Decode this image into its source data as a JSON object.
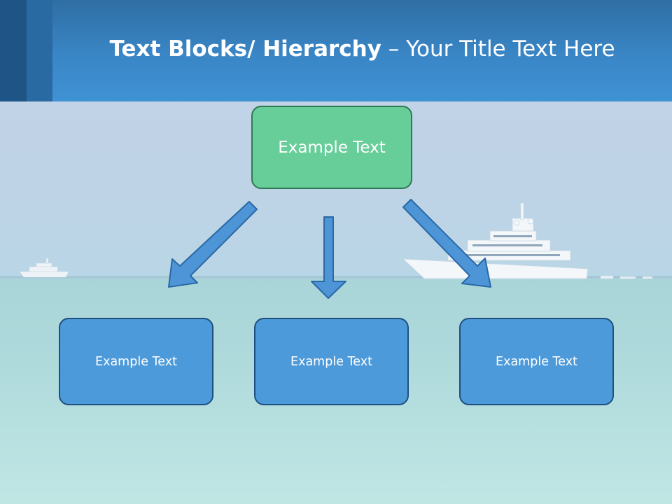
{
  "header": {
    "title_bold": "Text Blocks/ Hierarchy",
    "title_rest": " – Your Title Text Here"
  },
  "diagram": {
    "top_node": "Example Text",
    "children": [
      "Example Text",
      "Example Text",
      "Example Text"
    ]
  },
  "colors": {
    "header_blue": "#3a86c6",
    "top_node_green": "#67cd99",
    "child_node_blue": "#4d9ada",
    "arrow_blue": "#4d95d6"
  }
}
